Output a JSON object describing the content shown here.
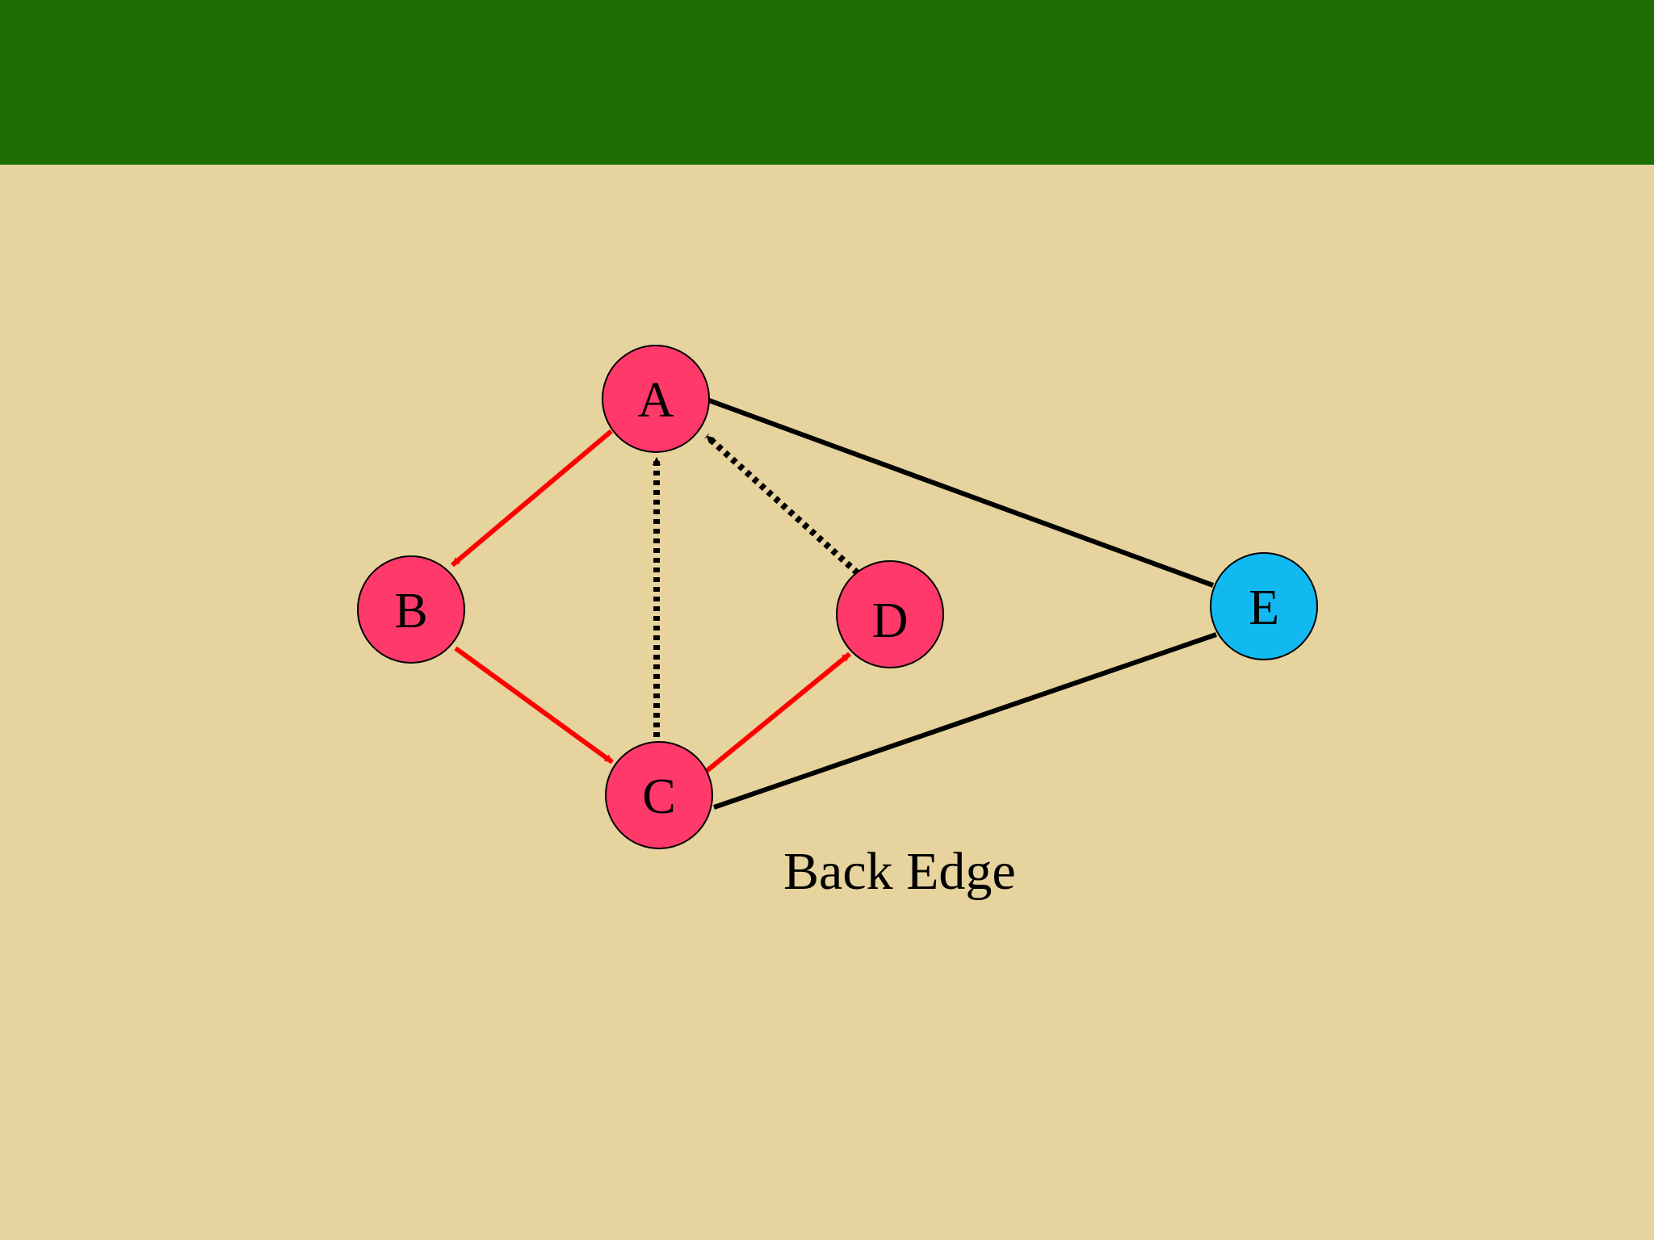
{
  "slide": {
    "header_color": "#1d6d03",
    "background_color": "#e6d39d"
  },
  "graph": {
    "nodes": [
      {
        "id": "A",
        "label": "A",
        "color": "#ff3a6b"
      },
      {
        "id": "B",
        "label": "B",
        "color": "#ff3a6b"
      },
      {
        "id": "C",
        "label": "C",
        "color": "#ff3a6b"
      },
      {
        "id": "D",
        "label": "D",
        "color": "#ff3a6b"
      },
      {
        "id": "E",
        "label": "E",
        "color": "#12b9f1"
      }
    ],
    "edges": [
      {
        "from": "A",
        "to": "B",
        "style": "solid",
        "color": "#ff0000",
        "directed": true
      },
      {
        "from": "B",
        "to": "C",
        "style": "solid",
        "color": "#ff0000",
        "directed": true
      },
      {
        "from": "C",
        "to": "D",
        "style": "solid",
        "color": "#ff0000",
        "directed": true
      },
      {
        "from": "C",
        "to": "A",
        "style": "dotted",
        "color": "#000000",
        "directed": true
      },
      {
        "from": "D",
        "to": "A",
        "style": "dotted",
        "color": "#000000",
        "directed": true
      },
      {
        "from": "A",
        "to": "E",
        "style": "solid",
        "color": "#000000",
        "directed": false
      },
      {
        "from": "C",
        "to": "E",
        "style": "solid",
        "color": "#000000",
        "directed": false
      }
    ]
  },
  "caption": "Back Edge"
}
